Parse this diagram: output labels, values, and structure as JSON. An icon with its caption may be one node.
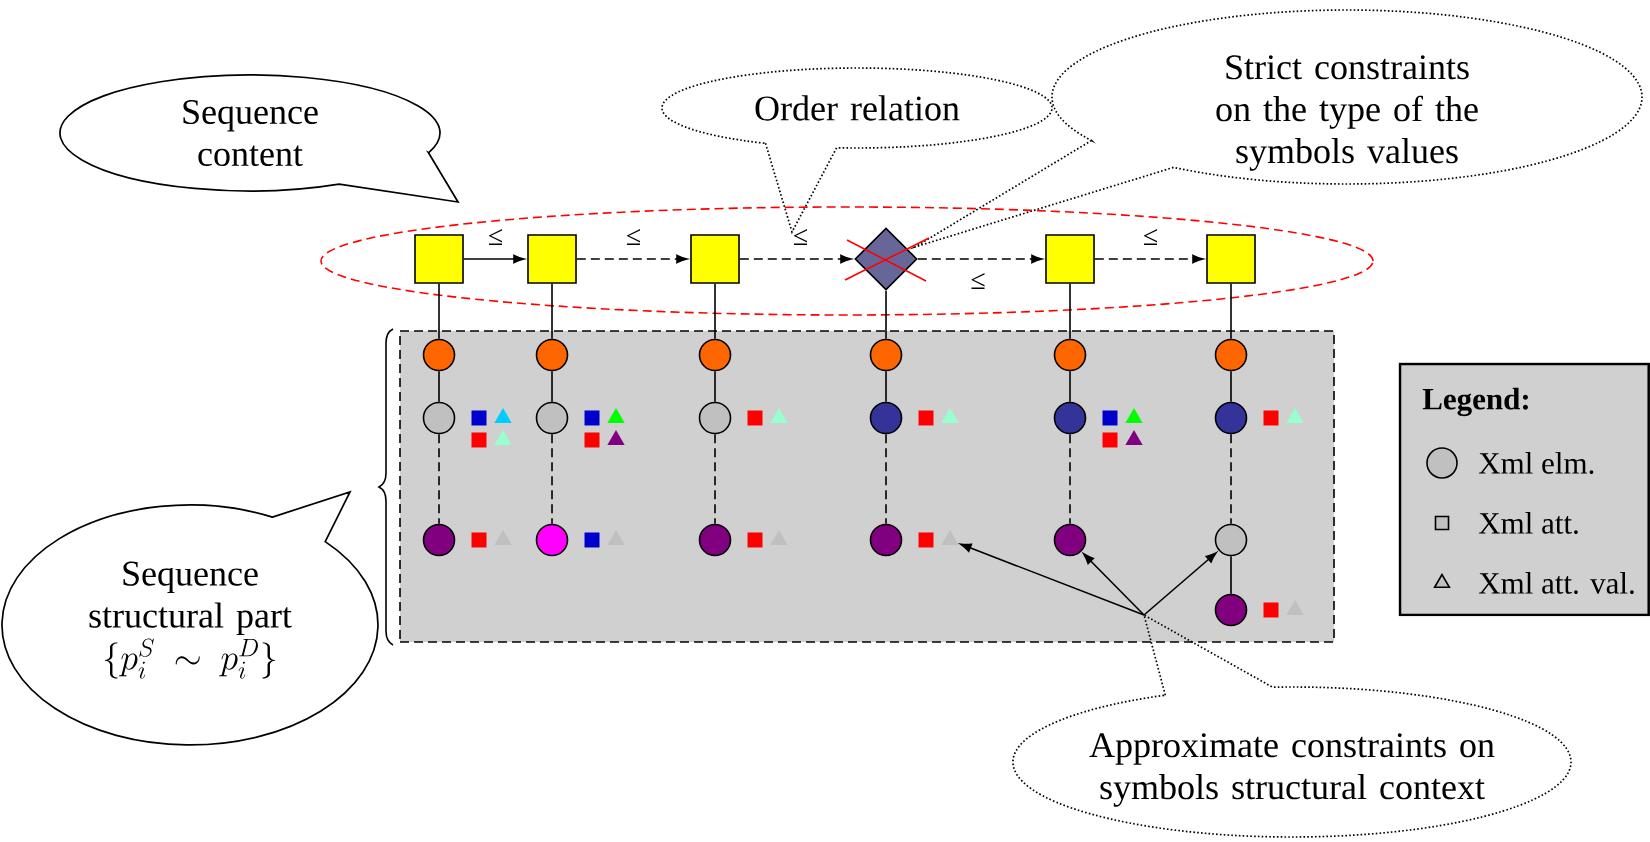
{
  "diagram": {
    "nodes": [
      {
        "text": [
          "Sequence content"
        ]
      },
      {
        "text": [
          "Order relation"
        ]
      },
      {
        "text": [
          "Strict constraints on the type of the symbols values"
        ]
      },
      {
        "text": [],
        "shape": "ellipse"
      },
      {
        "text": [],
        "shape": "box",
        "in": 3
      },
      {
        "text": [],
        "shape": "box",
        "in": 3
      },
      {
        "text": [],
        "shape": "box",
        "in": 3
      },
      {
        "text": [],
        "shape": "diamond",
        "in": 3
      },
      {
        "text": [],
        "shape": "box",
        "in": 3
      },
      {
        "text": [],
        "shape": "box",
        "in": 3
      },
      {
        "text": [],
        "shape": "box"
      },
      {
        "text": [],
        "shape": "circle",
        "in": 10
      },
      {
        "text": [],
        "shape": "circle",
        "in": 10
      },
      {
        "text": [],
        "shape": "box",
        "in": 10
      },
      {
        "text": [],
        "shape": "triangle",
        "in": 10
      },
      {
        "text": [],
        "shape": "box",
        "in": 10
      },
      {
        "text": [],
        "shape": "triangle",
        "in": 10
      },
      {
        "text": [],
        "shape": "circle",
        "in": 10
      },
      {
        "text": [],
        "shape": "box",
        "in": 10
      },
      {
        "text": [],
        "shape": "triangle",
        "in": 10
      },
      {
        "text": [],
        "shape": "circle",
        "in": 10
      },
      {
        "text": [],
        "shape": "circle",
        "in": 10
      },
      {
        "text": [],
        "shape": "box",
        "in": 10
      },
      {
        "text": [],
        "shape": "triangle",
        "in": 10
      },
      {
        "text": [],
        "shape": "box",
        "in": 10
      },
      {
        "text": [],
        "shape": "triangle",
        "in": 10
      },
      {
        "text": [],
        "shape": "circle",
        "in": 10
      },
      {
        "text": [],
        "shape": "box",
        "in": 10
      },
      {
        "text": [],
        "shape": "triangle",
        "in": 10
      },
      {
        "text": [],
        "shape": "circle",
        "in": 10
      },
      {
        "text": [],
        "shape": "circle",
        "in": 10
      },
      {
        "text": [],
        "shape": "box",
        "in": 10
      },
      {
        "text": [],
        "shape": "triangle",
        "in": 10
      },
      {
        "text": [],
        "shape": "circle",
        "in": 10
      },
      {
        "text": [],
        "shape": "box",
        "in": 10
      },
      {
        "text": [],
        "shape": "triangle",
        "in": 10
      },
      {
        "text": [],
        "shape": "circle",
        "in": 10
      },
      {
        "text": [],
        "shape": "circle",
        "in": 10
      },
      {
        "text": [],
        "shape": "box",
        "in": 10
      },
      {
        "text": [],
        "shape": "triangle",
        "in": 10
      },
      {
        "text": [],
        "shape": "circle",
        "in": 10
      },
      {
        "text": [],
        "shape": "box",
        "in": 10
      },
      {
        "text": [],
        "shape": "triangle",
        "in": 10
      },
      {
        "text": [],
        "shape": "circle",
        "in": 10
      },
      {
        "text": [],
        "shape": "circle",
        "in": 10
      },
      {
        "text": [],
        "shape": "box",
        "in": 10
      },
      {
        "text": [],
        "shape": "triangle",
        "in": 10
      },
      {
        "text": [],
        "shape": "box",
        "in": 10
      },
      {
        "text": [],
        "shape": "triangle",
        "in": 10
      },
      {
        "text": [],
        "shape": "circle",
        "in": 10
      },
      {
        "text": [],
        "shape": "circle",
        "in": 10
      },
      {
        "text": [],
        "shape": "circle",
        "in": 10
      },
      {
        "text": [],
        "shape": "box",
        "in": 10
      },
      {
        "text": [],
        "shape": "triangle",
        "in": 10
      },
      {
        "text": [],
        "shape": "circle",
        "in": 10
      },
      {
        "text": [],
        "shape": "circle",
        "in": 10
      },
      {
        "text": [],
        "shape": "box",
        "in": 10
      },
      {
        "text": [],
        "shape": "triangle",
        "in": 10
      },
      {
        "text": [
          "Sequence structural part",
          "\\{p_i^{S}\\sim p_i^{D}\\}"
        ]
      },
      {
        "text": [
          "Approximate constraints on symbols structural context"
        ]
      }
    ],
    "edges": [
      {
        "from": 4,
        "to": 5,
        "arrow": "to",
        "label": "≤"
      },
      {
        "from": 5,
        "to": 6,
        "arrow": "to",
        "label": "≤",
        "style": "dashed"
      },
      {
        "from": 6,
        "to": 7,
        "arrow": "to",
        "label": "≤",
        "style": "dashed"
      },
      {
        "from": 7,
        "to": 8,
        "arrow": "to",
        "label": "≤",
        "style": "dashed"
      },
      {
        "from": 8,
        "to": 9,
        "arrow": "to",
        "label": "≤",
        "style": "dashed"
      },
      {
        "from": 4,
        "to": 11,
        "arrow": "none"
      },
      {
        "from": 11,
        "to": 12,
        "arrow": "none"
      },
      {
        "from": 12,
        "to": 17,
        "arrow": "none",
        "style": "dashed"
      },
      {
        "from": 5,
        "to": 20,
        "arrow": "none"
      },
      {
        "from": 20,
        "to": 21,
        "arrow": "none"
      },
      {
        "from": 21,
        "to": 26,
        "arrow": "none",
        "style": "dashed"
      },
      {
        "from": 6,
        "to": 29,
        "arrow": "none"
      },
      {
        "from": 29,
        "to": 30,
        "arrow": "none"
      },
      {
        "from": 30,
        "to": 33,
        "arrow": "none",
        "style": "dashed"
      },
      {
        "from": 7,
        "to": 36,
        "arrow": "none"
      },
      {
        "from": 36,
        "to": 37,
        "arrow": "none"
      },
      {
        "from": 37,
        "to": 40,
        "arrow": "none",
        "style": "dashed"
      },
      {
        "from": 8,
        "to": 43,
        "arrow": "none"
      },
      {
        "from": 43,
        "to": 44,
        "arrow": "none"
      },
      {
        "from": 44,
        "to": 49,
        "arrow": "none",
        "style": "dashed"
      },
      {
        "from": 9,
        "to": 50,
        "arrow": "none"
      },
      {
        "from": 50,
        "to": 51,
        "arrow": "none"
      },
      {
        "from": 51,
        "to": 54,
        "arrow": "none",
        "style": "dashed"
      },
      {
        "from": 54,
        "to": 55,
        "arrow": "none"
      },
      {
        "from": 59,
        "to": 42,
        "arrow": "to"
      },
      {
        "from": 59,
        "to": 49,
        "arrow": "to"
      },
      {
        "from": 59,
        "to": 54,
        "arrow": "to"
      }
    ],
    "labels": [
      "Legend:"
    ],
    "legend": [
      {
        "text": "Xml elm."
      },
      {
        "text": "Xml att."
      },
      {
        "text": "Xml att. val."
      }
    ]
  }
}
